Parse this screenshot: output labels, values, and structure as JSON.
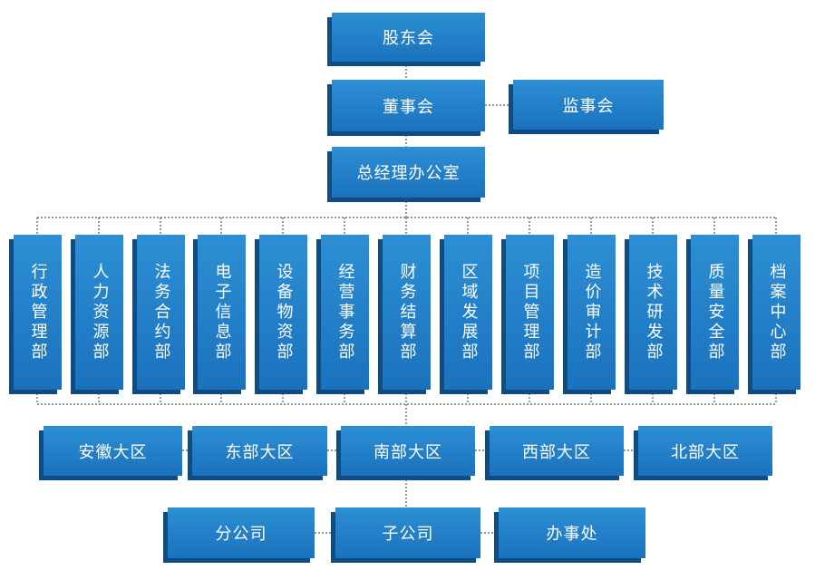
{
  "top": {
    "shareholders": "股东会",
    "board": "董事会",
    "supervisors": "监事会",
    "gm_office": "总经理办公室"
  },
  "departments": [
    "行政管理部",
    "人力资源部",
    "法务合约部",
    "电子信息部",
    "设备物资部",
    "经营事务部",
    "财务结算部",
    "区域发展部",
    "项目管理部",
    "造价审计部",
    "技术研发部",
    "质量安全部",
    "档案中心部"
  ],
  "regions": [
    "安徽大区",
    "东部大区",
    "南部大区",
    "西部大区",
    "北部大区"
  ],
  "units": [
    "分公司",
    "子公司",
    "办事处"
  ],
  "colors": {
    "box_face": "#1a72bd",
    "box_side": "#0d4c85",
    "connector": "#555555"
  }
}
